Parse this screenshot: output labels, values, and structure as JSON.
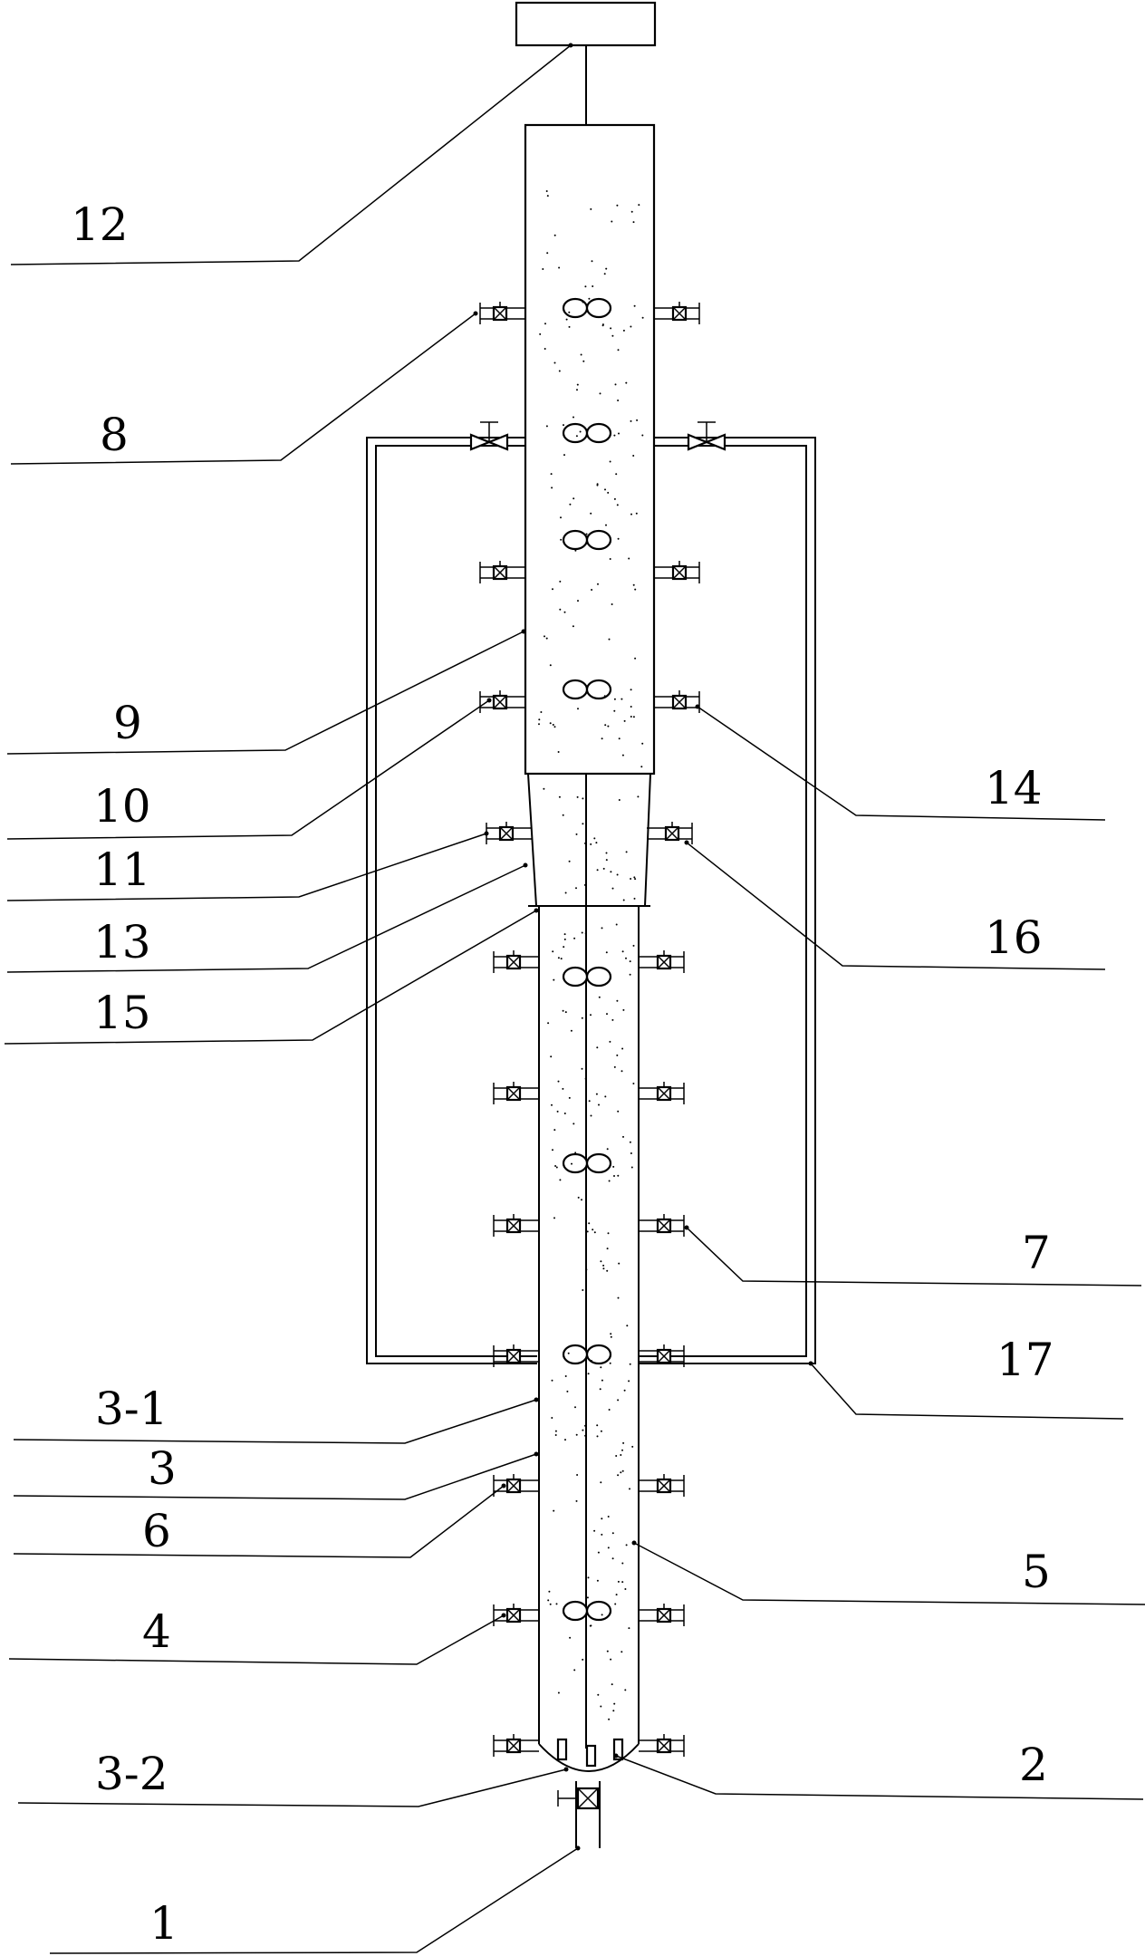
{
  "labels": {
    "l1": "1",
    "l2": "2",
    "l3": "3",
    "l3_1": "3-1",
    "l3_2": "3-2",
    "l4": "4",
    "l5": "5",
    "l6": "6",
    "l7": "7",
    "l8": "8",
    "l9": "9",
    "l10": "10",
    "l11": "11",
    "l12": "12",
    "l13": "13",
    "l14": "14",
    "l15": "15",
    "l16": "16",
    "l17": "17"
  }
}
